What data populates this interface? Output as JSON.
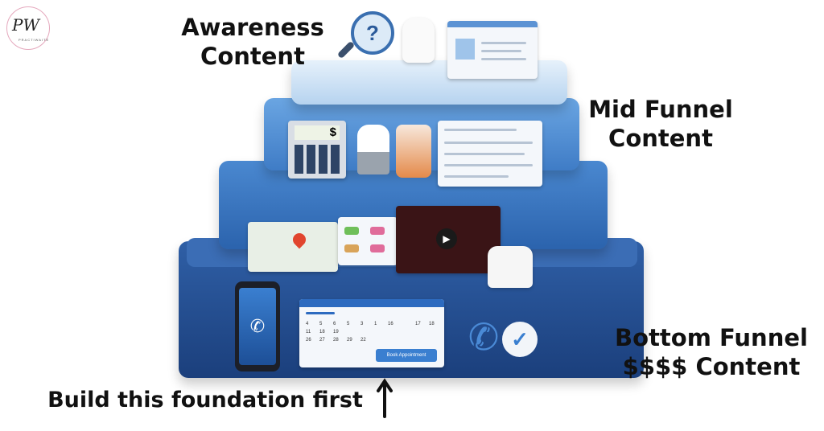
{
  "logo": {
    "text": "PW",
    "subtext": "PRACTIWAITE"
  },
  "labels": {
    "awareness": [
      "Awareness",
      "Content"
    ],
    "mid": [
      "Mid Funnel",
      "Content"
    ],
    "bottom": [
      "Bottom Funnel",
      "$$$$ Content"
    ],
    "foundation": "Build this foundation first"
  },
  "calculator": {
    "symbol": "$"
  },
  "magnifier": {
    "symbol": "?"
  },
  "calendar": {
    "days": [
      "4",
      "5",
      "6",
      "5",
      "3",
      "1",
      "16",
      "",
      "17",
      "18",
      "11",
      "18",
      "19",
      "",
      "",
      "",
      "",
      "",
      "",
      "",
      "26",
      "27",
      "28",
      "29",
      "22"
    ],
    "button": "Book Appointment"
  },
  "colors": {
    "tier_bottom": "#1b3f7c",
    "tier_lower_mid": "#3a78c4",
    "tier_upper_mid": "#4d8fd6",
    "tier_top": "#cfe3f5",
    "accent_pink": "#e5a8bd"
  }
}
